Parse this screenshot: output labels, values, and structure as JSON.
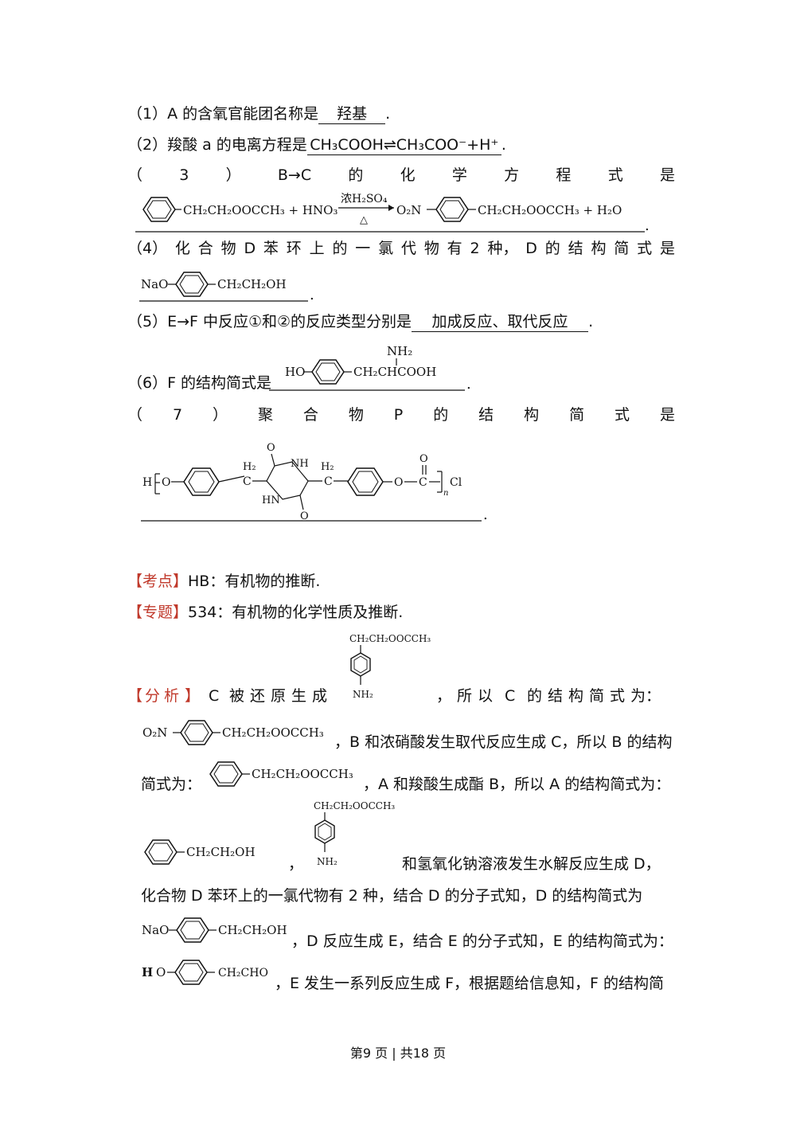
{
  "q1": {
    "prefix": "（1）A 的含氧官能团名称是",
    "answer": "羟基",
    "suffix": "."
  },
  "q2": {
    "prefix": "（2）羧酸 a 的电离方程是",
    "answer": "CH₃COOH⇌CH₃COO⁻+H⁺",
    "suffix": "."
  },
  "q3": {
    "tokens": [
      "（",
      "3",
      "）",
      "B→C",
      "的",
      "化",
      "学",
      "方",
      "程",
      "式",
      "是"
    ]
  },
  "q3_eq": {
    "left": "CH₂CH₂OOCCH₃ + HNO₃",
    "cond_top": "浓H₂SO₄",
    "cond_bottom": "△",
    "right_pre": "O₂N",
    "right": "CH₂CH₂OOCCH₃ + H₂O"
  },
  "q4": {
    "tokens": [
      "（4）",
      "化",
      "合",
      "物",
      "D",
      "苯",
      "环",
      "上",
      "的",
      "一",
      "氯",
      "代",
      "物",
      "有",
      "2",
      "种，",
      "D",
      "的",
      "结",
      "构",
      "简",
      "式",
      "是"
    ]
  },
  "q4_struct": {
    "left": "NaO",
    "right": "CH₂CH₂OH"
  },
  "q5": {
    "prefix": "（5）E→F 中反应①和②的反应类型分别是",
    "answer": "加成反应、取代反应",
    "suffix": "."
  },
  "q6": {
    "prefix": "（6）F 的结构简式是",
    "left": "HO",
    "right": "CH₂CHCOOH",
    "top": "NH₂",
    "suffix": "."
  },
  "q7": {
    "tokens": [
      "（",
      "7",
      "）",
      "聚",
      "合",
      "物",
      "P",
      "的",
      "结",
      "构",
      "简",
      "式",
      "是"
    ]
  },
  "q7_struct": {
    "h": "H",
    "o1": "O",
    "ch2a": "H₂",
    "c1": "C",
    "o_top": "O",
    "nh": "NH",
    "hn": "HN",
    "o_bot": "O",
    "ch2b": "H₂",
    "c2": "C",
    "o2": "O",
    "c3": "C",
    "o3": "O",
    "n": "n",
    "cl": "Cl"
  },
  "kaodian": {
    "tag": "【考点】",
    "text": "HB：有机物的推断."
  },
  "zhuanti": {
    "tag": "【专题】",
    "text": "534：有机物的化学性质及推断."
  },
  "fenxi": {
    "tag_chars": [
      "【",
      "分",
      "析",
      "】"
    ],
    "l1_tokens": [
      "C",
      "被",
      "还",
      "原",
      "生",
      "成"
    ],
    "l1_tail_tokens": [
      "，",
      "所",
      "以",
      "C",
      "的",
      "结",
      "构",
      "简",
      "式",
      "为："
    ],
    "l2_text": "，B 和浓硝酸发生取代反应生成 C，所以 B 的结构",
    "l3_pre": "简式为：",
    "l3_text": "，A 和羧酸生成酯 B，所以 A 的结构简式为：",
    "l4_comma": "，",
    "l4_text": "和氢氧化钠溶液发生水解反应生成 D，",
    "l5_text": "化合物 D 苯环上的一氯代物有 2 种，结合 D 的分子式知，D 的结构简式为",
    "l6_text": "，D 反应生成 E，结合 E 的分子式知，E 的结构简式为：",
    "l7_text": "，E 发生一系列反应生成 F，根据题给信息知，F 的结构简"
  },
  "structs": {
    "amine_top": "CH₂CH₂OOCCH₃",
    "amine_bottom": "NH₂",
    "o2n": "O₂N",
    "ester_chain": "CH₂CH₂OOCCH₃",
    "alcohol_chain": "CH₂CH₂OH",
    "naO": "NaO",
    "ho_h": "H",
    "ho_o": "O",
    "aldehyde_chain": "CH₂CHO"
  },
  "footer": "第9 页 | 共18 页"
}
